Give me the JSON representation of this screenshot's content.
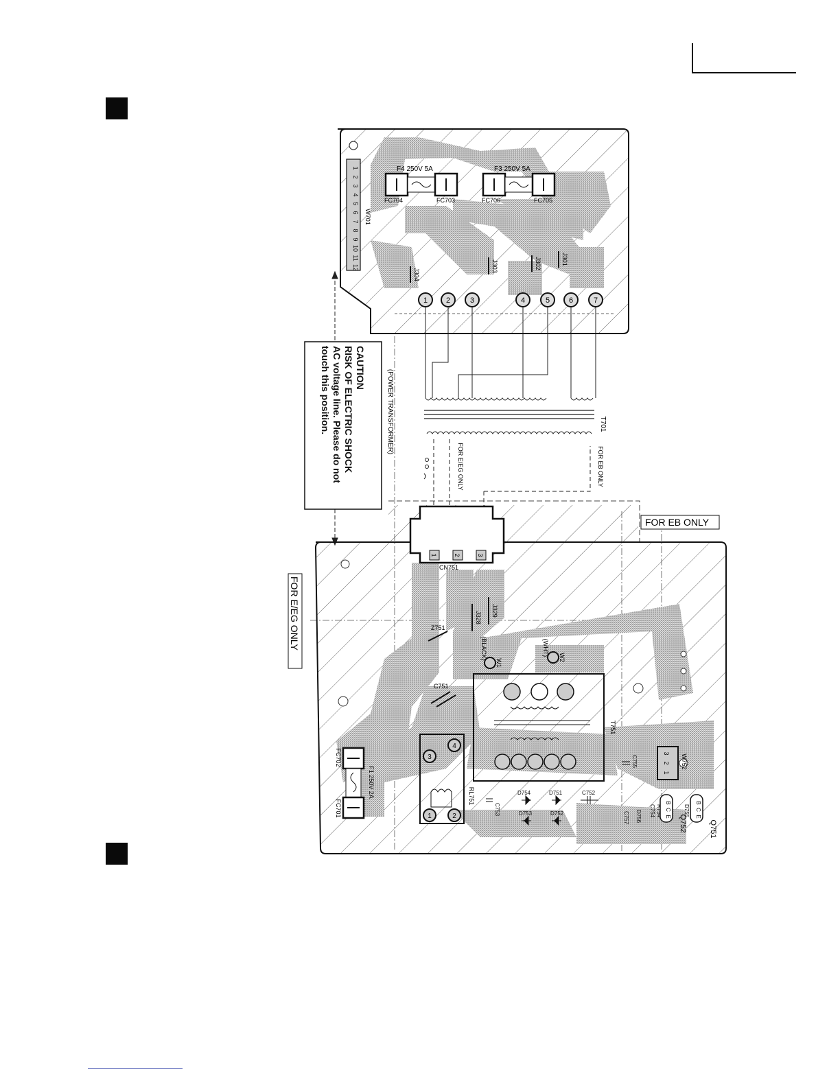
{
  "caution": {
    "title": "CAUTION",
    "line1": "RISK OF ELECTRIC SHOCK",
    "line2": "AC voltage line. Please do not",
    "line3": "touch this position."
  },
  "transformer": {
    "ref": "T701",
    "label": "(POWER TRANSFORMER)"
  },
  "upper_board": {
    "fuses": [
      {
        "label": "F4  250V  5A"
      },
      {
        "label": "F3  250V  5A"
      }
    ],
    "fuse_clips": [
      "FC704",
      "FC703",
      "FC706",
      "FC705"
    ],
    "connector": {
      "ref": "W701",
      "pins": [
        "1",
        "2",
        "3",
        "4",
        "5",
        "6",
        "7",
        "8",
        "9",
        "10",
        "11",
        "12"
      ]
    },
    "jumpers": [
      "J304",
      "J303",
      "J302",
      "J301"
    ],
    "terminals": [
      "1",
      "2",
      "3",
      "4",
      "5",
      "6",
      "7"
    ]
  },
  "lower_board": {
    "notes": {
      "eb_only": "FOR EB ONLY",
      "eeg_only": "FOR E/EG ONLY"
    },
    "small_notes": {
      "eb_only": "FOR EB ONLY",
      "eeg_only": "FOR E/EG ONLY"
    },
    "cn751": {
      "ref": "CN751",
      "pins": [
        "1",
        "2",
        "3"
      ]
    },
    "parts": {
      "z751": "Z751",
      "c751": "C751",
      "t751": "T751",
      "j328": "J328",
      "j329": "J329",
      "w1": "W1",
      "w1_color": "(BLACK)",
      "w2": "W2",
      "w2_color": "(WHT)",
      "fuse_f1": "F1  250V  2A",
      "fc702": "FC702",
      "fc701": "FC701",
      "rl751": "RL751",
      "relay_pins": [
        "1",
        "2",
        "3",
        "4"
      ],
      "w752": "W752",
      "w752_pins": [
        "3",
        "2",
        "1"
      ],
      "d754": "D754",
      "d751": "D751",
      "d753": "D753",
      "d752": "D752",
      "c752": "C752",
      "c753": "C753",
      "c755": "C755",
      "c757": "C757",
      "c754": "C754",
      "r754": "R754",
      "d756": "D756",
      "d755": "D755",
      "q752": "Q752",
      "q751": "Q751",
      "bce": [
        "B",
        "C",
        "E"
      ]
    }
  }
}
